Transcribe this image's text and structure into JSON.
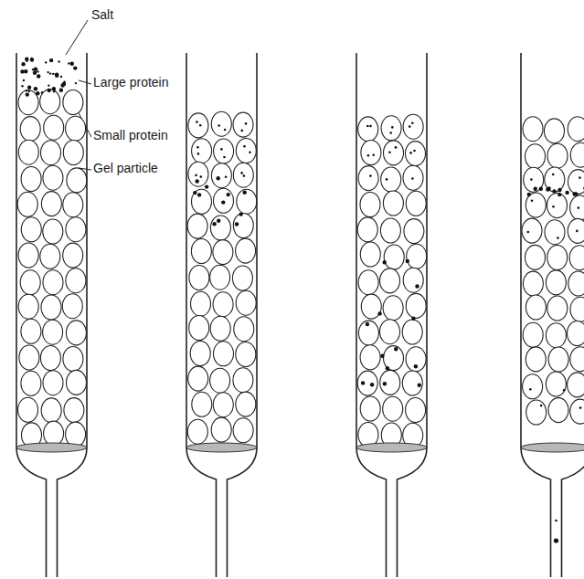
{
  "diagram": {
    "labels": [
      "Salt",
      "Large protein",
      "Small protein",
      "Gel particle"
    ]
  }
}
